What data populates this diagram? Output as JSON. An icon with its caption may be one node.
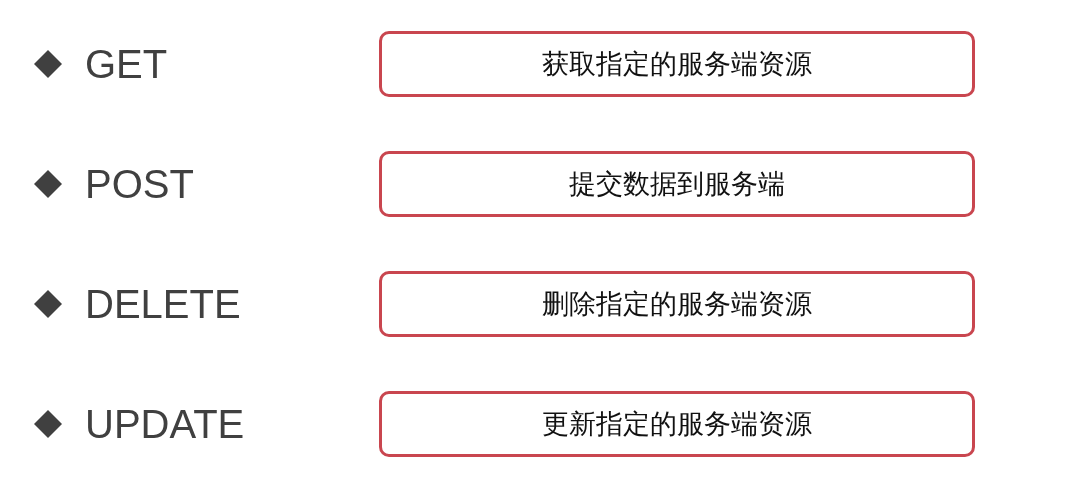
{
  "diagram": {
    "nodes": [
      {
        "text": [
          "获取指定的服务端资源"
        ]
      },
      {
        "text": [
          "提交数据到服务端"
        ]
      },
      {
        "text": [
          "删除指定的服务端资源"
        ]
      },
      {
        "text": [
          "更新指定的服务端资源"
        ]
      }
    ],
    "labels": [
      "GET",
      "POST",
      "DELETE",
      "UPDATE"
    ]
  }
}
